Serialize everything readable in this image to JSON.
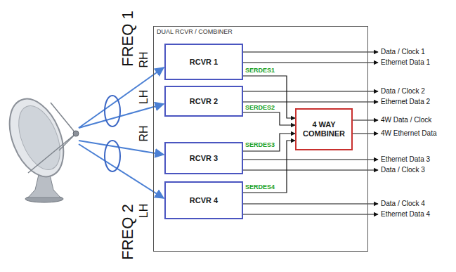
{
  "diagram": {
    "nodes": [
      {
        "text": [
          "DUAL RCVR / COMBINER"
        ]
      },
      {
        "text": [
          "RCVR 1"
        ],
        "in": 0
      },
      {
        "text": [
          "RCVR 2"
        ],
        "in": 0
      },
      {
        "text": [
          "RCVR 3"
        ],
        "in": 0
      },
      {
        "text": [
          "RCVR 4"
        ],
        "in": 0
      },
      {
        "text": [
          "4 WAY COMBINER"
        ],
        "in": 0
      }
    ],
    "edges": [
      {
        "from": 1,
        "to": 5,
        "arrow": "to",
        "label": "SERDES1"
      },
      {
        "from": 2,
        "to": 5,
        "arrow": "to",
        "label": "SERDES2"
      },
      {
        "from": 3,
        "to": 5,
        "arrow": "to",
        "label": "SERDES3"
      },
      {
        "from": 4,
        "to": 5,
        "arrow": "to",
        "label": "SERDES4"
      }
    ],
    "labels": [
      "FREQ 1",
      "FREQ 2",
      "RH",
      "LH",
      "RH",
      "LH",
      "Data / Clock 1",
      "Ethernet Data 1",
      "Data / Clock 2",
      "Ethernet Data 2",
      "4W Data / Clock",
      "4W Ethernet Data",
      "Ethernet Data 3",
      "Data / Clock 3",
      "Data / Clock 4",
      "Ethernet Data 4"
    ]
  }
}
